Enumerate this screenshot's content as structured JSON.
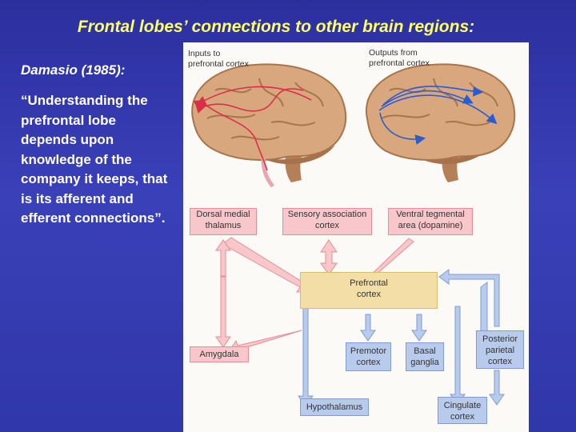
{
  "title": "Frontal lobes’ connections to other brain regions:",
  "citation": "Damasio (1985):",
  "quote": "“Understanding the prefrontal lobe depends upon knowledge of the company it keeps, that is its afferent and efferent connections”.",
  "figure": {
    "inputs_caption_line1": "Inputs to",
    "inputs_caption_line2": "prefrontal cortex",
    "outputs_caption_line1": "Outputs from",
    "outputs_caption_line2": "prefrontal cortex",
    "boxes": {
      "dorsal_medial_thalamus": [
        "Dorsal medial",
        "thalamus"
      ],
      "sensory_association_cortex": [
        "Sensory association",
        "cortex"
      ],
      "ventral_tegmental_area": [
        "Ventral tegmental",
        "area (dopamine)"
      ],
      "prefrontal_cortex": [
        "Prefrontal",
        "cortex"
      ],
      "amygdala": [
        "Amygdala"
      ],
      "premotor_cortex": [
        "Premotor",
        "cortex"
      ],
      "basal_ganglia": [
        "Basal",
        "ganglia"
      ],
      "posterior_parietal_cortex": [
        "Posterior",
        "parietal",
        "cortex"
      ],
      "hypothalamus": [
        "Hypothalamus"
      ],
      "cingulate_cortex": [
        "Cingulate",
        "cortex"
      ]
    }
  },
  "colors": {
    "background": "#3037a8",
    "title": "#ffff66",
    "text": "#ffffff",
    "input_pink": "#f7c7cb",
    "output_blue": "#b9cbec",
    "prefrontal_tan": "#f3dfa6"
  }
}
